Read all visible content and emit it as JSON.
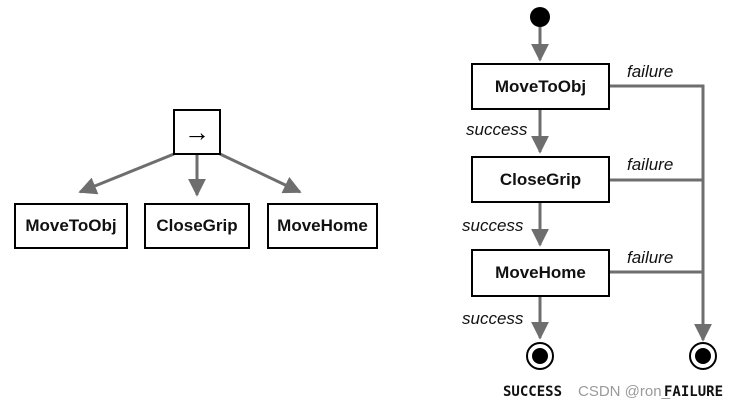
{
  "left_tree": {
    "root_symbol": "→",
    "children": [
      "MoveToObj",
      "CloseGrip",
      "MoveHome"
    ]
  },
  "right_fsm": {
    "states": [
      "MoveToObj",
      "CloseGrip",
      "MoveHome"
    ],
    "success_label": "success",
    "failure_label": "failure",
    "terminal_success": "SUCCESS",
    "terminal_failure": "FAILURE"
  },
  "watermark": "CSDN @ron_"
}
